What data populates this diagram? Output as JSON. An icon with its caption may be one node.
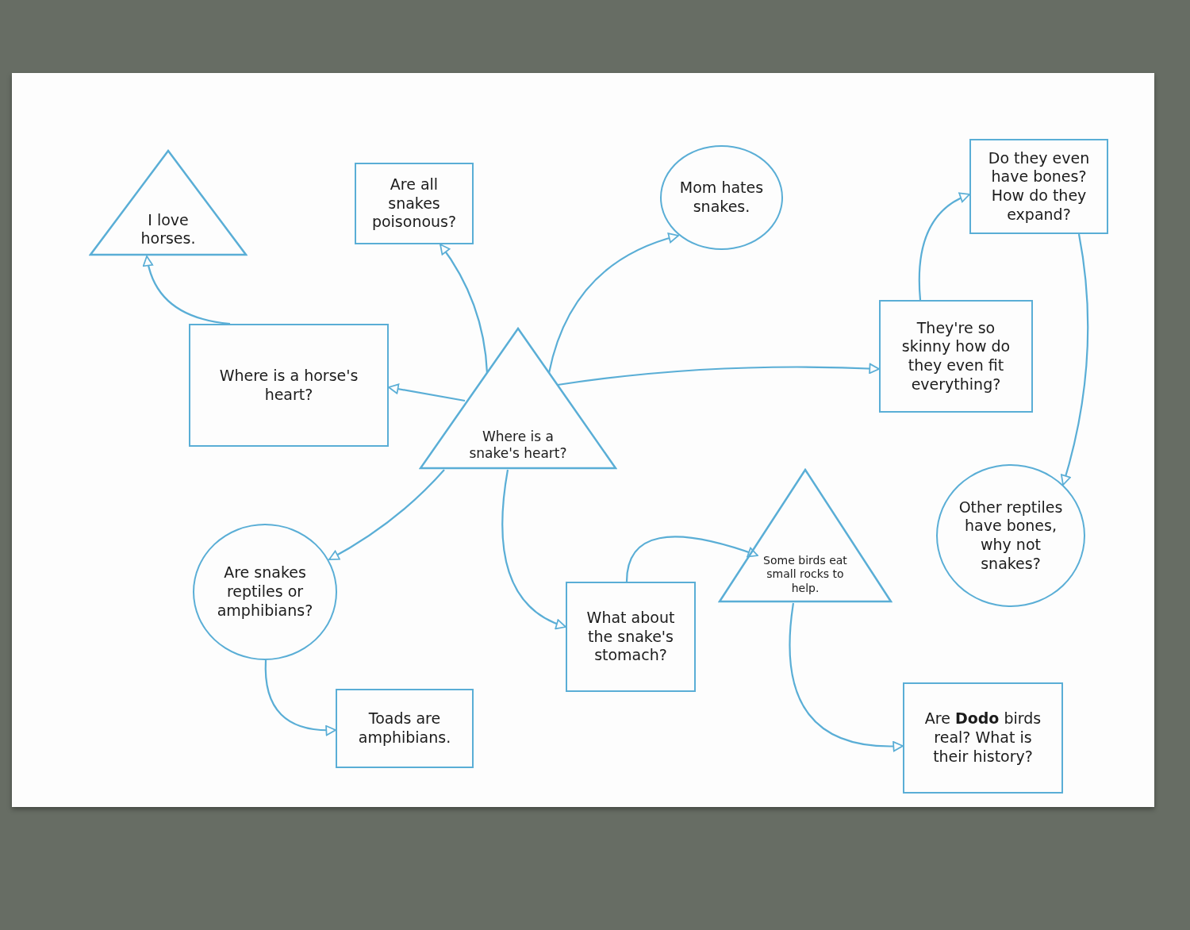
{
  "diagram": {
    "nodes": [
      {
        "text": [
          "Where is a snake's heart?"
        ]
      },
      {
        "text": [
          "I love horses."
        ]
      },
      {
        "text": [
          "Are all snakes poisonous?"
        ]
      },
      {
        "text": [
          "Mom hates snakes."
        ]
      },
      {
        "text": [
          "Do they even have bones? How do they expand?"
        ]
      },
      {
        "text": [
          "Where is a horse's heart?"
        ]
      },
      {
        "text": [
          "They're so skinny how do they even fit everything?"
        ]
      },
      {
        "text": [
          "Some birds eat small rocks to help."
        ]
      },
      {
        "text": [
          "Other reptiles have bones, why not snakes?"
        ]
      },
      {
        "text": [
          "Are snakes reptiles or amphibians?"
        ]
      },
      {
        "text": [
          "What about the snake's stomach?"
        ]
      },
      {
        "text": [
          "Toads are amphibians."
        ]
      },
      {
        "text": [
          "Are **Dodo** birds real? What is their history?"
        ]
      }
    ],
    "edges": [
      {
        "from": 0,
        "to": 5,
        "arrow": "to"
      },
      {
        "from": 5,
        "to": 1,
        "arrow": "to"
      },
      {
        "from": 0,
        "to": 2,
        "arrow": "to"
      },
      {
        "from": 0,
        "to": 3,
        "arrow": "to"
      },
      {
        "from": 0,
        "to": 6,
        "arrow": "to"
      },
      {
        "from": 6,
        "to": 4,
        "arrow": "to"
      },
      {
        "from": 4,
        "to": 8,
        "arrow": "to"
      },
      {
        "from": 0,
        "to": 9,
        "arrow": "to"
      },
      {
        "from": 9,
        "to": 11,
        "arrow": "to"
      },
      {
        "from": 0,
        "to": 10,
        "arrow": "to"
      },
      {
        "from": 10,
        "to": 7,
        "arrow": "to"
      },
      {
        "from": 7,
        "to": 12,
        "arrow": "to"
      }
    ]
  }
}
